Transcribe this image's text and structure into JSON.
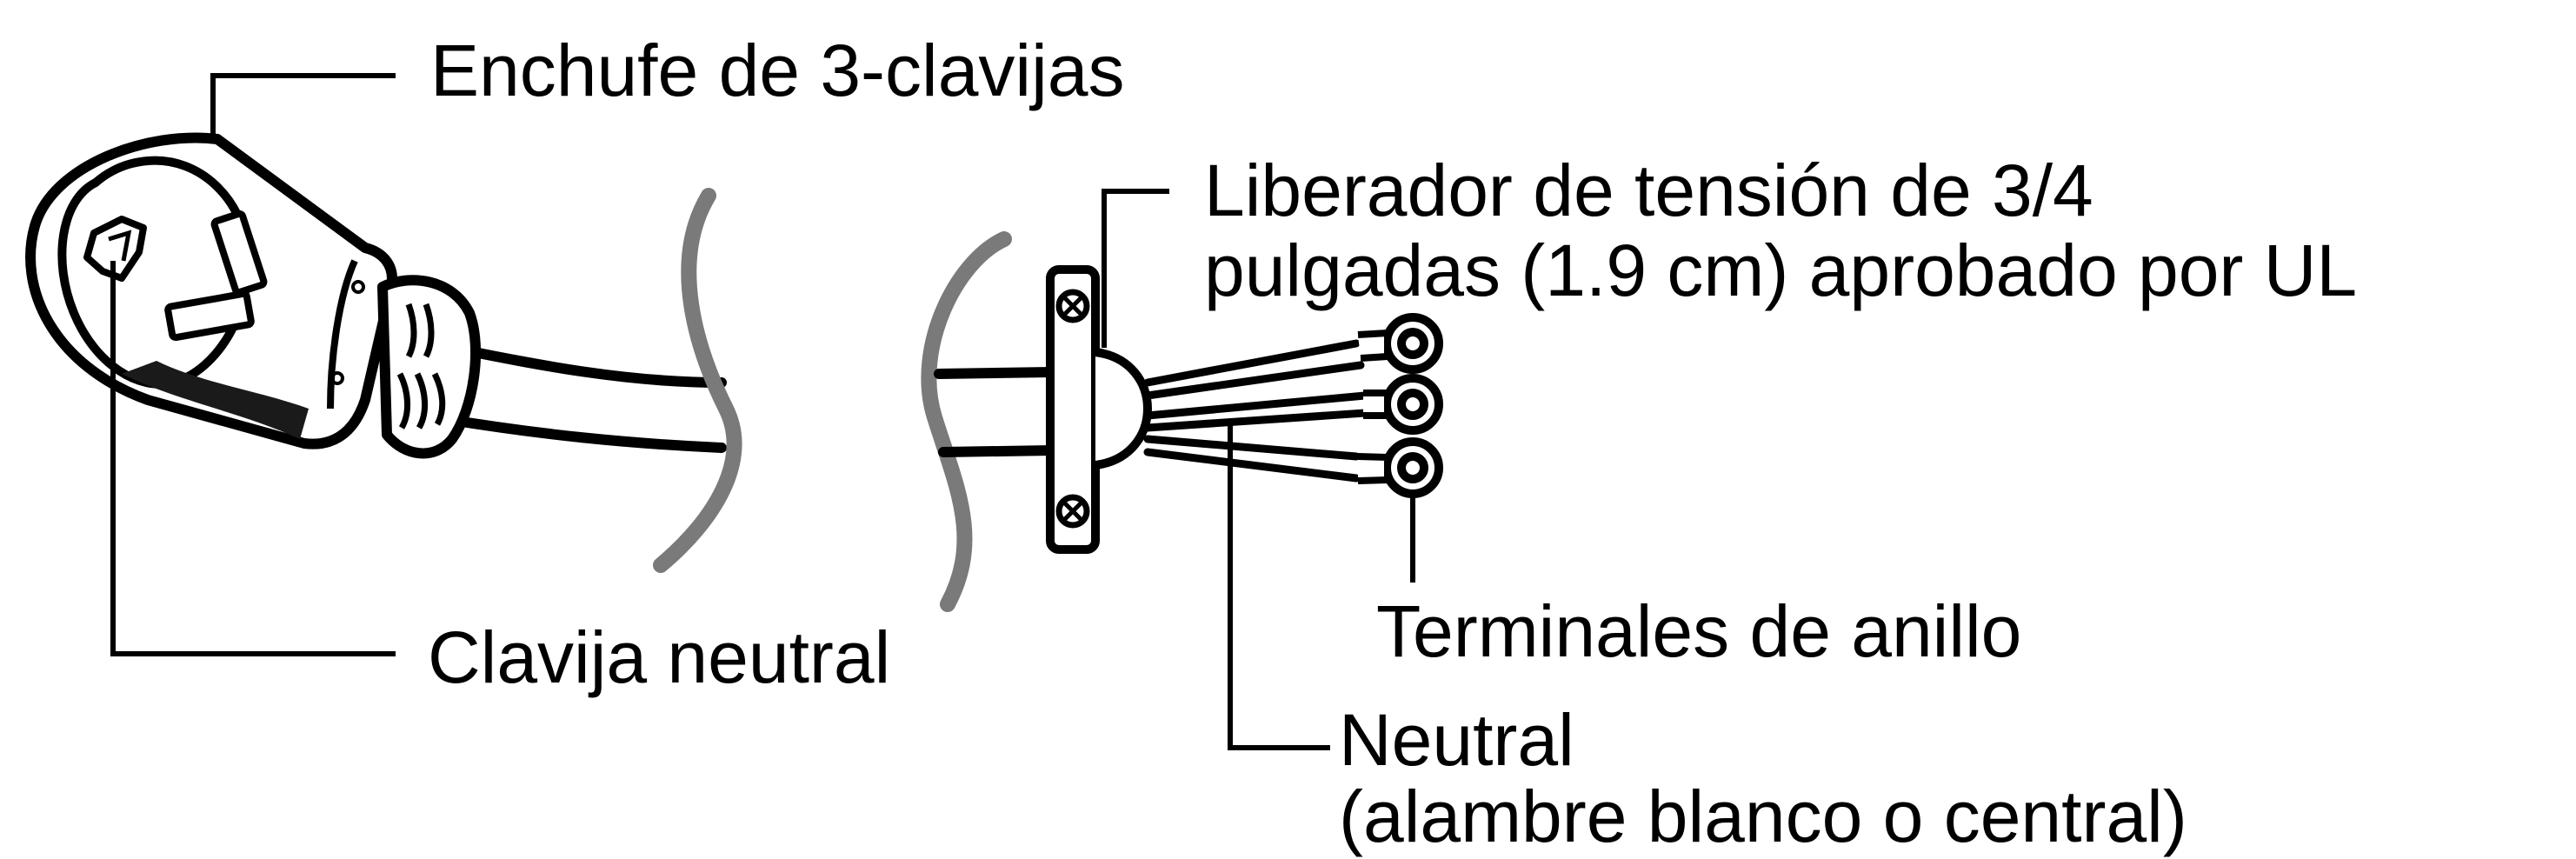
{
  "colors": {
    "ink": "#000000",
    "paper": "#ffffff",
    "break_marks": "#7a7a7a",
    "shadow": "#1a1a1a"
  },
  "labels": {
    "plug": "Enchufe de 3-clavijas",
    "strain_relief_line1": "Liberador de tensión de 3/4",
    "strain_relief_line2": "pulgadas (1.9 cm) aprobado por UL",
    "ring_terminals": "Terminales de anillo",
    "neutral_prong": "Clavija neutral",
    "neutral_wire_line1": "Neutral",
    "neutral_wire_line2": "(alambre blanco o central)"
  },
  "icons": {
    "plug": "three-prong-plug-icon",
    "strain_relief": "strain-relief-clamp-icon",
    "ring_terminal": "ring-terminal-icon",
    "cord_break": "cord-break-mark-icon"
  }
}
